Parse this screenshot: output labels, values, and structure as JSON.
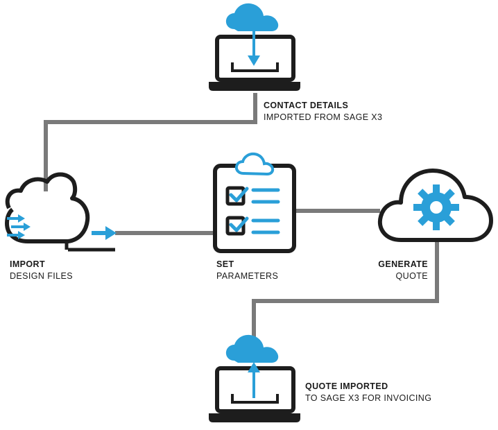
{
  "colors": {
    "accent": "#2a9fd8",
    "dark": "#1d1d1d",
    "connector": "#7a7a7a"
  },
  "steps": {
    "contact": {
      "title": "CONTACT DETAILS",
      "subtitle": "IMPORTED FROM SAGE X3",
      "icon": "laptop-cloud-download-icon"
    },
    "import": {
      "title": "IMPORT",
      "subtitle": "DESIGN FILES",
      "icon": "cloud-import-icon"
    },
    "set": {
      "title": "SET",
      "subtitle": "PARAMETERS",
      "icon": "clipboard-checklist-icon"
    },
    "generate": {
      "title": "GENERATE",
      "subtitle": "QUOTE",
      "icon": "cloud-gear-icon"
    },
    "quote": {
      "title": "QUOTE IMPORTED",
      "subtitle": "TO SAGE X3 FOR INVOICING",
      "icon": "laptop-cloud-upload-icon"
    }
  }
}
